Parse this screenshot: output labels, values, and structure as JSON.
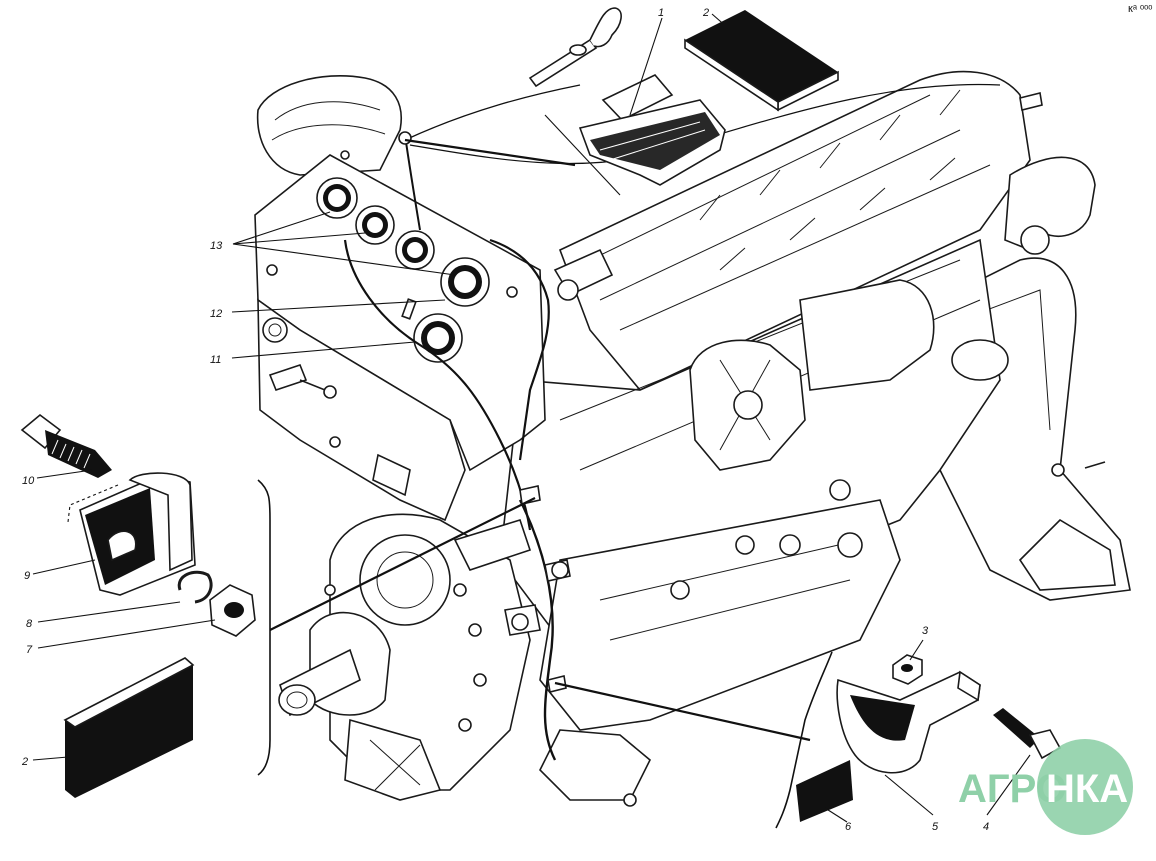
{
  "callouts": {
    "c1": "1",
    "c2a": "2",
    "c2b": "2",
    "c3": "3",
    "c4": "4",
    "c5": "5",
    "c6": "6",
    "c7": "7",
    "c8": "8",
    "c9": "9",
    "c10": "10",
    "c11": "11",
    "c12": "12",
    "c13": "13"
  },
  "watermark": {
    "logo_left": "АГРО",
    "logo_right": "НКА",
    "corner_mark": "кᵃ ᵒᵒᵒ"
  }
}
